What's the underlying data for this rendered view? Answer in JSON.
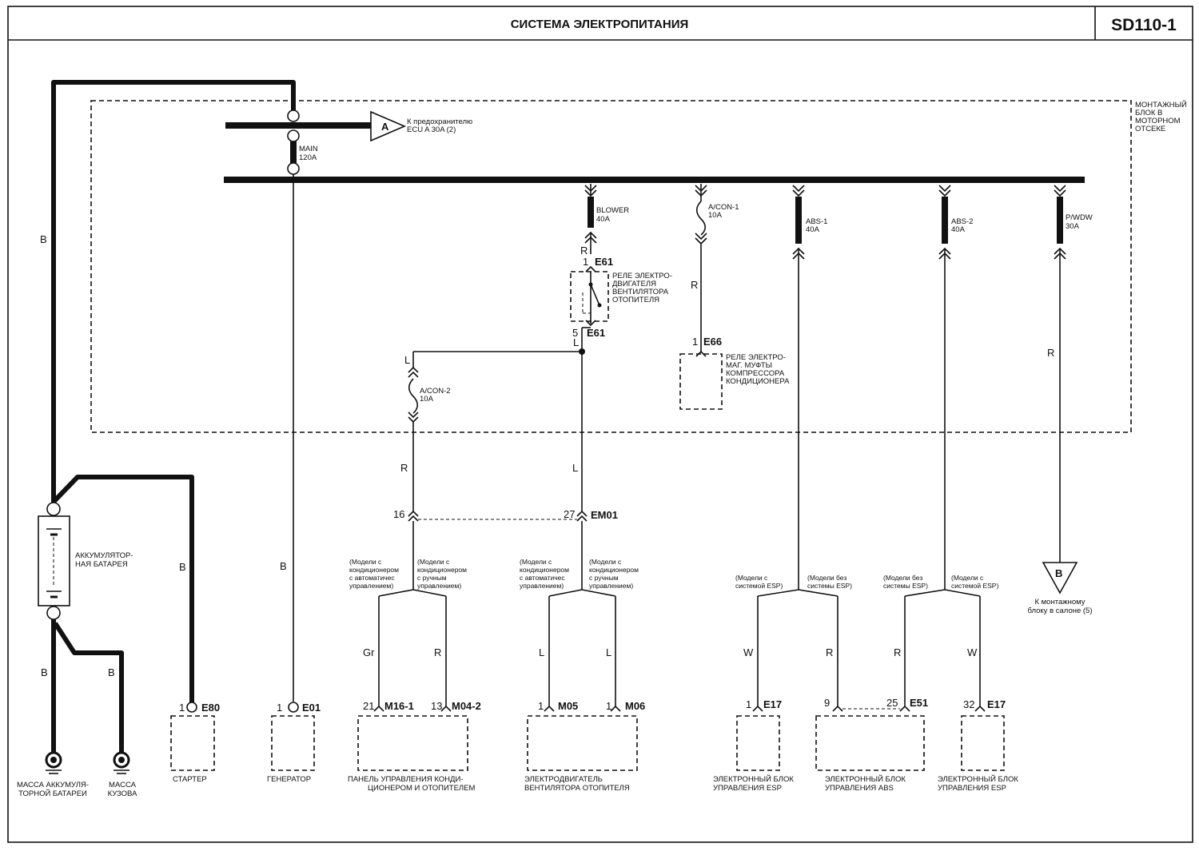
{
  "header": {
    "title": "СИСТЕМА ЭЛЕКТРОПИТАНИЯ",
    "page_code": "SD110-1"
  },
  "engine_block": {
    "label": [
      "МОНТАЖНЫЙ",
      "БЛОК В",
      "МОТОРНОМ",
      "ОТСЕКЕ"
    ]
  },
  "main_fuse": {
    "name": "MAIN",
    "rating": "120A"
  },
  "ref_a": {
    "letter": "A",
    "text": [
      "К предохранителю",
      "ECU A 30A (2)"
    ]
  },
  "ref_b": {
    "letter": "B",
    "text": [
      "К монтажному",
      "блоку в салоне (5)"
    ]
  },
  "fuses": [
    {
      "name": "BLOWER",
      "rating": "40A"
    },
    {
      "name": "A/CON-1",
      "rating": "10A"
    },
    {
      "name": "ABS-1",
      "rating": "40A"
    },
    {
      "name": "ABS-2",
      "rating": "40A"
    },
    {
      "name": "P/WDW",
      "rating": "30A"
    },
    {
      "name": "A/CON-2",
      "rating": "10A"
    }
  ],
  "relays": {
    "blower": {
      "connector": "E61",
      "pin_in": "1",
      "pin_out": "5",
      "text": [
        "РЕЛЕ ЭЛЕКТРО-",
        "ДВИГАТЕЛЯ",
        "ВЕНТИЛЯТОРА",
        "ОТОПИТЕЛЯ"
      ]
    },
    "compressor": {
      "connector": "E66",
      "pin": "1",
      "text": [
        "РЕЛЕ ЭЛЕКТРО-",
        "МАГ. МУФТЫ",
        "КОМПРЕССОРА",
        "КОНДИЦИОНЕРА"
      ]
    }
  },
  "wire_colors": {
    "B": "B",
    "R": "R",
    "L": "L",
    "Gr": "Gr",
    "W": "W"
  },
  "em01": {
    "connector": "EM01",
    "pin_left": "16",
    "pin_right": "27"
  },
  "battery": {
    "label": [
      "АККУМУЛЯТОР-",
      "НАЯ БАТАРЕЯ"
    ]
  },
  "grounds": [
    {
      "label": [
        "МАССА АККУМУЛЯ-",
        "ТОРНОЙ БАТАРЕИ"
      ]
    },
    {
      "label": [
        "МАССА",
        "КУЗОВА"
      ]
    }
  ],
  "variant_notes": {
    "auto_ac": [
      "(Модели с",
      "кондиционером",
      "с автоматичес",
      "управлением)"
    ],
    "manual_ac": [
      "(Модели с",
      "кондиционером",
      "с ручным",
      "управлением)"
    ],
    "with_esp": [
      "(Модели с",
      "системой ESP)"
    ],
    "without_esp": [
      "(Модели без",
      "системы ESP)"
    ]
  },
  "components": [
    {
      "pin": "1",
      "connector": "E80",
      "label": [
        "СТАРТЕР"
      ]
    },
    {
      "pin": "1",
      "connector": "E01",
      "label": [
        "ГЕНЕРАТОР"
      ]
    },
    {
      "pin_a": "21",
      "connector_a": "M16-1",
      "pin_b": "13",
      "connector_b": "M04-2",
      "label": [
        "ПАНЕЛЬ УПРАВЛЕНИЯ КОНДИ-",
        "ЦИОНЕРОМ И ОТОПИТЕЛЕМ"
      ]
    },
    {
      "pin_a": "1",
      "connector_a": "M05",
      "pin_b": "1",
      "connector_b": "M06",
      "label": [
        "ЭЛЕКТРОДВИГАТЕЛЬ",
        "ВЕНТИЛЯТОРА ОТОПИТЕЛЯ"
      ]
    },
    {
      "pin": "1",
      "connector": "E17",
      "label": [
        "ЭЛЕКТРОННЫЙ БЛОК",
        "УПРАВЛЕНИЯ ESP"
      ]
    },
    {
      "pin_a": "9",
      "pin_b": "25",
      "connector": "E51",
      "label": [
        "ЭЛЕКТРОННЫЙ БЛОК",
        "УПРАВЛЕНИЯ ABS"
      ]
    },
    {
      "pin": "32",
      "connector": "E17",
      "label": [
        "ЭЛЕКТРОННЫЙ БЛОК",
        "УПРАВЛЕНИЯ ESP"
      ]
    }
  ]
}
